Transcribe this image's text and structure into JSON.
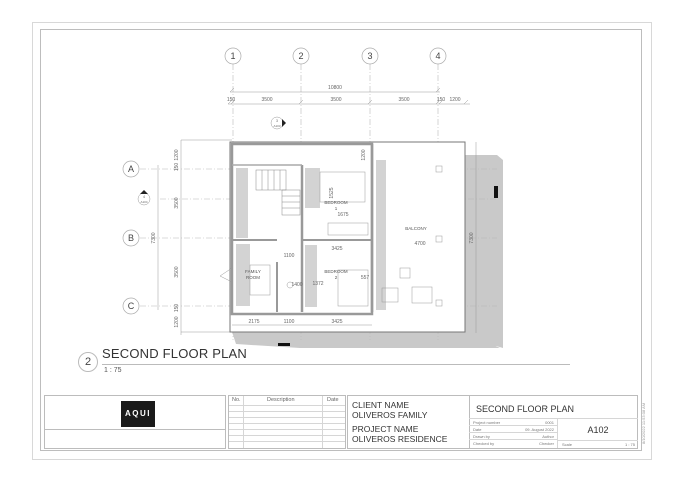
{
  "sheet": {
    "view": {
      "number": "2",
      "title": "SECOND FLOOR PLAN",
      "scale": "1 : 75"
    },
    "grid_columns": [
      "1",
      "2",
      "3",
      "4"
    ],
    "grid_rows": [
      "A",
      "B",
      "C"
    ],
    "dimensions": {
      "top_overall": "10800",
      "top_segments": [
        "150",
        "3500",
        "3500",
        "3500",
        "150",
        "1200"
      ],
      "left_overall": "7300",
      "left_segments": [
        "1200",
        "150",
        "3500",
        "3500",
        "150",
        "1200"
      ],
      "bottom_segments": [
        "2175",
        "1100",
        "3425"
      ],
      "right_overall": "7300",
      "interior": {
        "bedroom1_width": "1675",
        "bedroom1_depth": "1525",
        "top_1200": "1200",
        "bedroom2_top": "3425",
        "balcony_width": "4700",
        "corridor": "1100",
        "bath": "1400",
        "bedroom2_left": "1372",
        "bedroom2_right": "557"
      }
    },
    "rooms": {
      "bedroom1": "BEDROOM\n1",
      "bedroom2": "BEDROOM\n2",
      "family_room": "FAMILY\nROOM",
      "balcony": "BALCONY"
    },
    "section_markers": [
      {
        "num": "4",
        "sheet": "A104"
      },
      {
        "num": "3",
        "sheet": "A103"
      }
    ]
  },
  "title_block": {
    "logo": "AQUI",
    "revisions": {
      "headers": [
        "No.",
        "Description",
        "Date"
      ]
    },
    "client_label": "CLIENT NAME",
    "client_name": "OLIVEROS FAMILY",
    "project_label": "PROJECT NAME",
    "project_name": "OLIVEROS RESIDENCE",
    "sheet_title": "SECOND FLOOR PLAN",
    "fields": [
      {
        "key": "Project number",
        "value": "0001"
      },
      {
        "key": "Date",
        "value": "09. August 2022"
      },
      {
        "key": "Drawn by",
        "value": "Author"
      },
      {
        "key": "Checked by",
        "value": "Checker"
      }
    ],
    "sheet_number": "A102",
    "scale_label": "Scale",
    "scale_value": "1 : 75",
    "stamp": "8/10/2022 11:53:08 AM"
  },
  "colors": {
    "wall": "#9a9a9a",
    "shadow": "#c8c8c8",
    "line": "#8a8a8a",
    "grid": "#bdbdbd",
    "logo_bg": "#1a1a1a"
  }
}
